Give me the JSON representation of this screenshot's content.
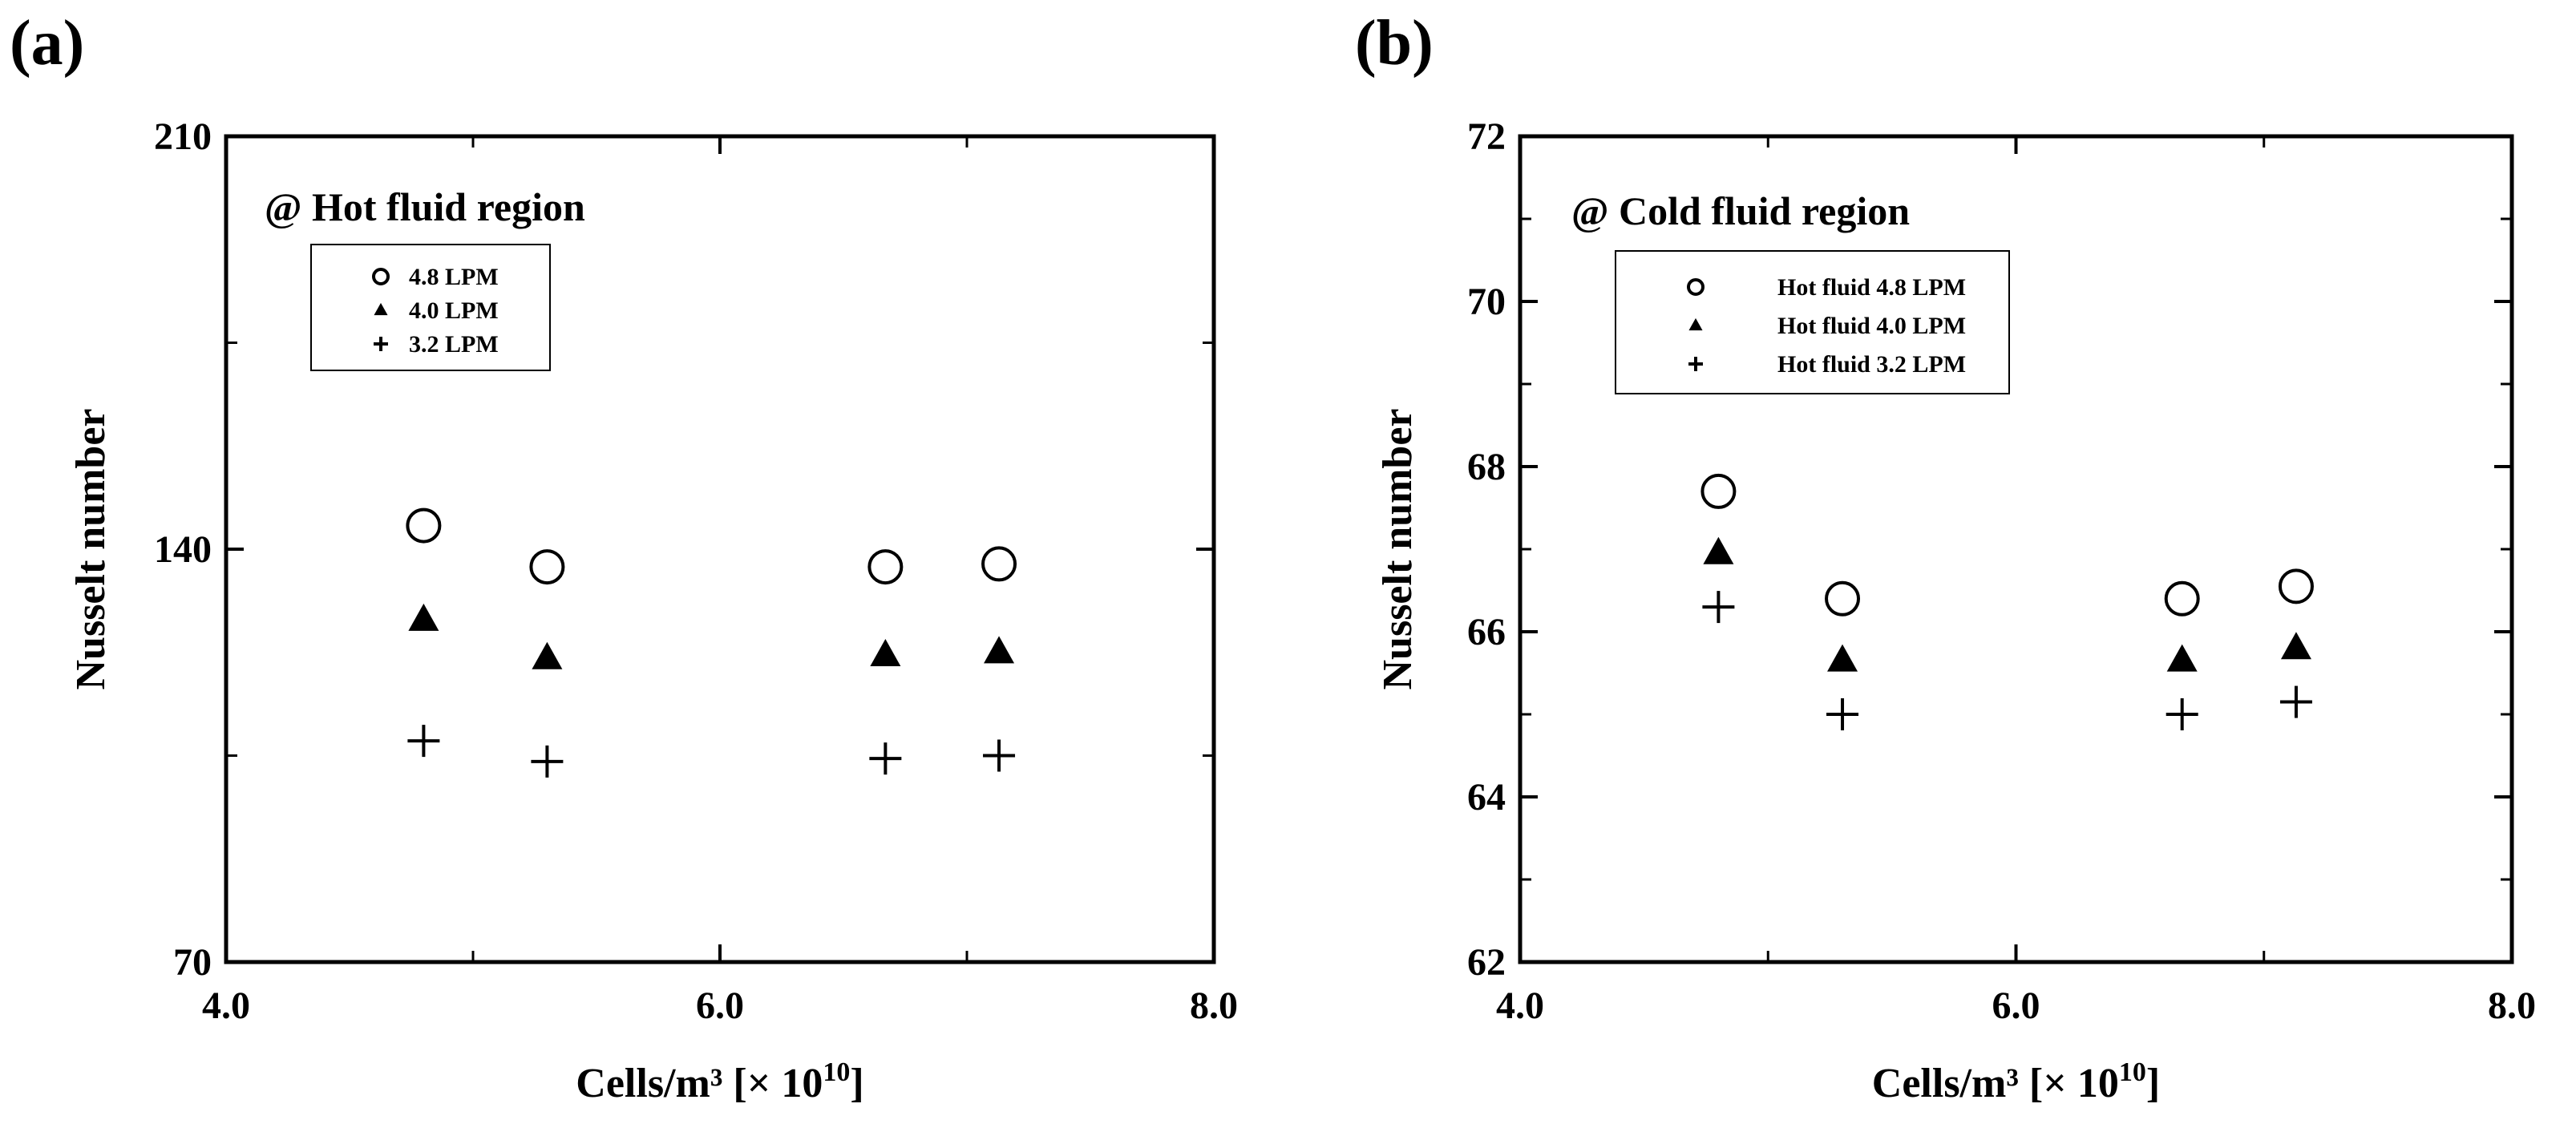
{
  "chart_data": [
    {
      "type": "scatter",
      "panel_label": "(a)",
      "annotation": "@ Hot fluid region",
      "xlabel": "Cells/m³ [× 10",
      "xlabel_exp": "10",
      "xlabel_end": "]",
      "ylabel": "Nusselt number",
      "xlim": [
        4.0,
        8.0
      ],
      "ylim": [
        70,
        210
      ],
      "x_ticks": [
        4.0,
        6.0,
        8.0
      ],
      "x_tick_labels": [
        "4.0",
        "6.0",
        "8.0"
      ],
      "x_minor_ticks": [
        5.0,
        7.0
      ],
      "y_ticks": [
        70,
        140,
        210
      ],
      "y_tick_labels": [
        "70",
        "140",
        "210"
      ],
      "y_minor_ticks": [
        105,
        175
      ],
      "legend_placement": "top-left",
      "series": [
        {
          "name": "4.8 LPM",
          "marker": "open-circle",
          "x": [
            4.8,
            5.3,
            6.67,
            7.13
          ],
          "y": [
            144,
            137,
            137,
            137.5
          ]
        },
        {
          "name": "4.0 LPM",
          "marker": "filled-triangle",
          "x": [
            4.8,
            5.3,
            6.67,
            7.13
          ],
          "y": [
            128,
            121.5,
            122,
            122.5
          ]
        },
        {
          "name": "3.2 LPM",
          "marker": "plus",
          "x": [
            4.8,
            5.3,
            6.67,
            7.13
          ],
          "y": [
            107.5,
            104,
            104.5,
            105
          ]
        }
      ]
    },
    {
      "type": "scatter",
      "panel_label": "(b)",
      "annotation": "@ Cold fluid region",
      "xlabel": "Cells/m³ [× 10",
      "xlabel_exp": "10",
      "xlabel_end": "]",
      "ylabel": "Nusselt number",
      "xlim": [
        4.0,
        8.0
      ],
      "ylim": [
        62,
        72
      ],
      "x_ticks": [
        4.0,
        6.0,
        8.0
      ],
      "x_tick_labels": [
        "4.0",
        "6.0",
        "8.0"
      ],
      "x_minor_ticks": [
        5.0,
        7.0
      ],
      "y_ticks": [
        62,
        64,
        66,
        68,
        70,
        72
      ],
      "y_tick_labels": [
        "62",
        "64",
        "66",
        "68",
        "70",
        "72"
      ],
      "y_minor_ticks": [
        63,
        65,
        67,
        69,
        71
      ],
      "legend_placement": "top-left",
      "series": [
        {
          "name": "Hot fluid 4.8 LPM",
          "marker": "open-circle",
          "x": [
            4.8,
            5.3,
            6.67,
            7.13
          ],
          "y": [
            67.7,
            66.4,
            66.4,
            66.55
          ]
        },
        {
          "name": "Hot fluid 4.0 LPM",
          "marker": "filled-triangle",
          "x": [
            4.8,
            5.3,
            6.67,
            7.13
          ],
          "y": [
            66.95,
            65.65,
            65.65,
            65.8
          ]
        },
        {
          "name": "Hot fluid 3.2 LPM",
          "marker": "plus",
          "x": [
            4.8,
            5.3,
            6.67,
            7.13
          ],
          "y": [
            66.3,
            65.0,
            65.0,
            65.15
          ]
        }
      ]
    }
  ]
}
